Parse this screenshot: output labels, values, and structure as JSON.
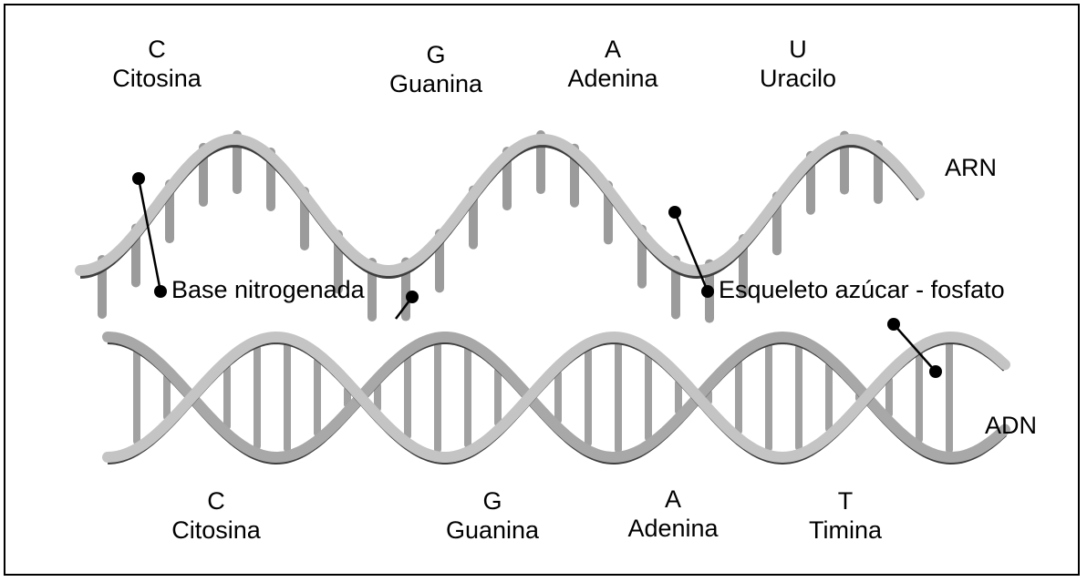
{
  "rna": {
    "label": "ARN",
    "bases": [
      {
        "letter": "C",
        "name": "Citosina"
      },
      {
        "letter": "G",
        "name": "Guanina"
      },
      {
        "letter": "A",
        "name": "Adenina"
      },
      {
        "letter": "U",
        "name": "Uracilo"
      }
    ]
  },
  "dna": {
    "label": "ADN",
    "bases": [
      {
        "letter": "C",
        "name": "Citosina"
      },
      {
        "letter": "G",
        "name": "Guanina"
      },
      {
        "letter": "A",
        "name": "Adenina"
      },
      {
        "letter": "T",
        "name": "Timina"
      }
    ]
  },
  "callouts": {
    "base": "Base nitrogenada",
    "backbone": "Esqueleto azúcar - fosfato"
  },
  "colors": {
    "backbone_light": "#c4c4c4",
    "backbone_dark": "#3e3e3e",
    "base_rung": "#8a8a8a"
  }
}
